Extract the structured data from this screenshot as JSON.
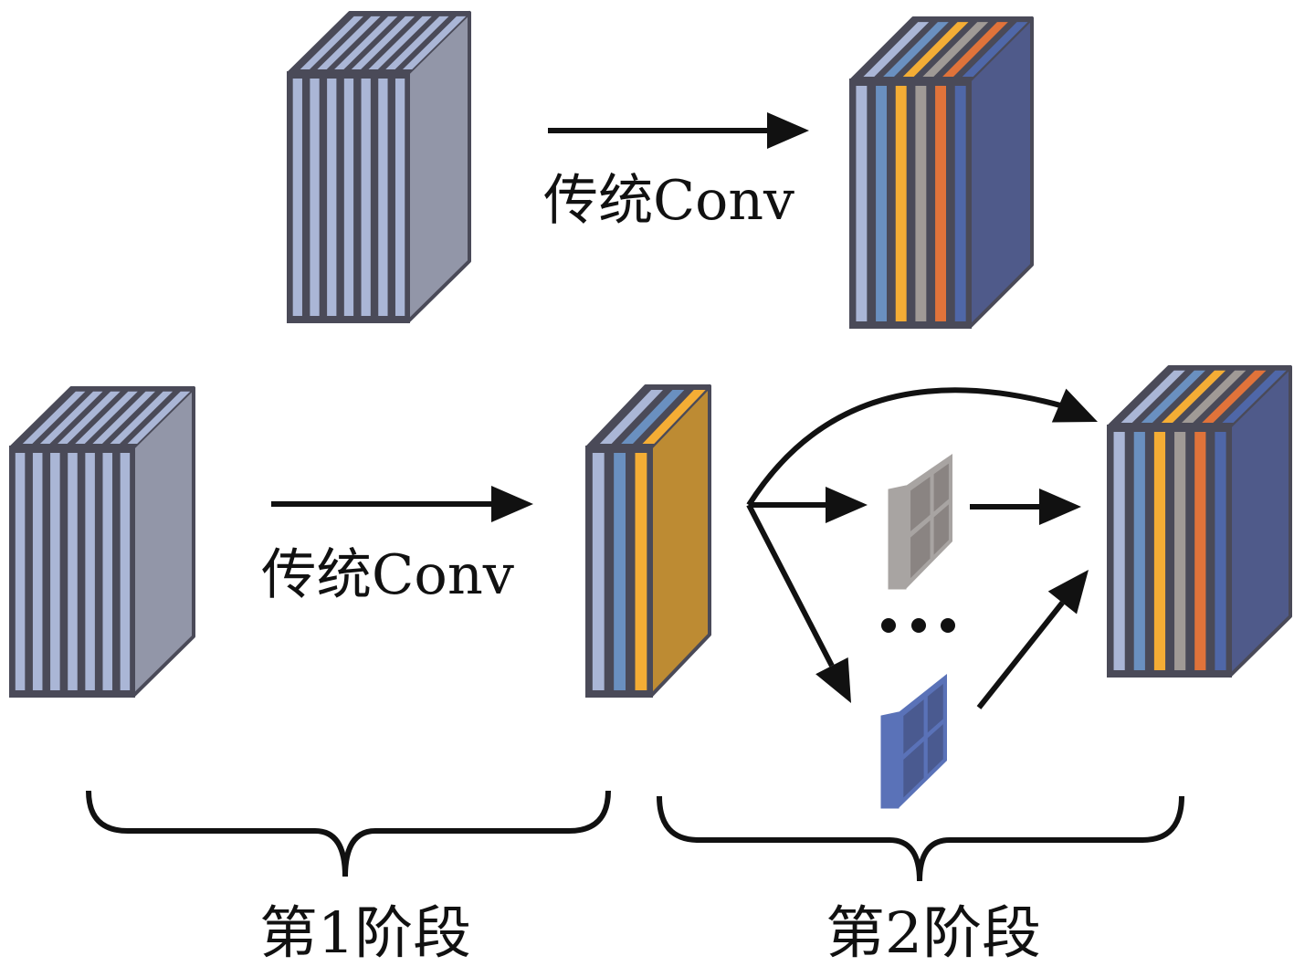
{
  "labels": {
    "top_conv": "传统Conv",
    "bottom_conv": "传统Conv",
    "stage1": "第1阶段",
    "stage2": "第2阶段"
  },
  "colors": {
    "outline": "#4a4a58",
    "input_stripe": "#aab6d6",
    "input_side": "#9296a8",
    "output_side": "#4f5a8a",
    "intrinsic_side": "#bd8b33",
    "output_stripes": [
      "#aab6d6",
      "#6a90c0",
      "#f4ad35",
      "#a09a96",
      "#e0733a",
      "#4f67a8"
    ],
    "intrinsic_stripes": [
      "#aab6d6",
      "#6a90c0",
      "#f4ad35"
    ],
    "gray_map": "#a8a4a2",
    "blue_map": "#5a72b8",
    "arrow": "#111111"
  }
}
